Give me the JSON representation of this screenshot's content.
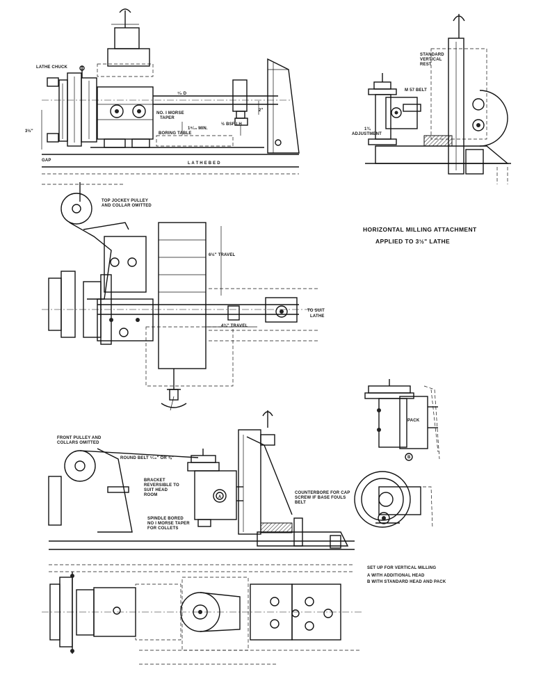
{
  "title": {
    "line1": "HORIZONTAL MILLING ATTACHMENT",
    "line2": "APPLIED TO 3½\" LATHE"
  },
  "view_top": {
    "lathe_chuck": "LATHE CHUCK",
    "morse_taper": [
      "NO. I MORSE",
      "TAPER"
    ],
    "boring_table": "BORING TABLE",
    "min_dim": "1⁹⁄₁₆ MIN.",
    "bsf": "½ BSF LH",
    "dim_7_8": "⁷⁄₈ D",
    "dim_2": "2\"",
    "dim_3_5": "3½\"",
    "gap": "GAP",
    "lathe_bed": "L A T H E   B E D"
  },
  "view_side": {
    "standard_rest": [
      "STANDARD",
      "VERTICAL",
      "REST"
    ],
    "m57_belt": "M 57 BELT",
    "dim_1_3_4": "1¾",
    "adjustment": "ADJUSTMENT"
  },
  "view_plan": {
    "jockey": [
      "TOP JOCKEY PULLEY",
      "AND COLLAR OMITTED"
    ],
    "travel_6_5": "6½\" TRAVEL",
    "travel_4_3_4": "4¾\"  TRAVEL",
    "to_suit": [
      "TO SUIT",
      "LATHE"
    ]
  },
  "view_vertical": {
    "front_pulley": [
      "FRONT PULLEY AND",
      "COLLARS OMITTED"
    ],
    "round_belt": "ROUND BELT ⁵⁄₁₆\" OR ⅜\"",
    "bracket": [
      "BRACKET",
      "REVERSIBLE TO",
      "SUIT HEAD",
      "ROOM"
    ],
    "spindle": [
      "SPINDLE BORED",
      "NO I MORSE TAPER",
      "FOR COLLETS"
    ],
    "counterbore": [
      "COUNTERBORE FOR CAP",
      "SCREW IF BASE FOULS",
      "BELT"
    ],
    "marker_a": "A"
  },
  "view_pack": {
    "pack": "PACK",
    "marker_b": "B"
  },
  "setup_note": {
    "heading": "SET UP FOR VERTICAL MILLING",
    "line_a": "A   WITH ADDITIONAL HEAD",
    "line_b": "B   WITH STANDARD HEAD AND PACK"
  }
}
